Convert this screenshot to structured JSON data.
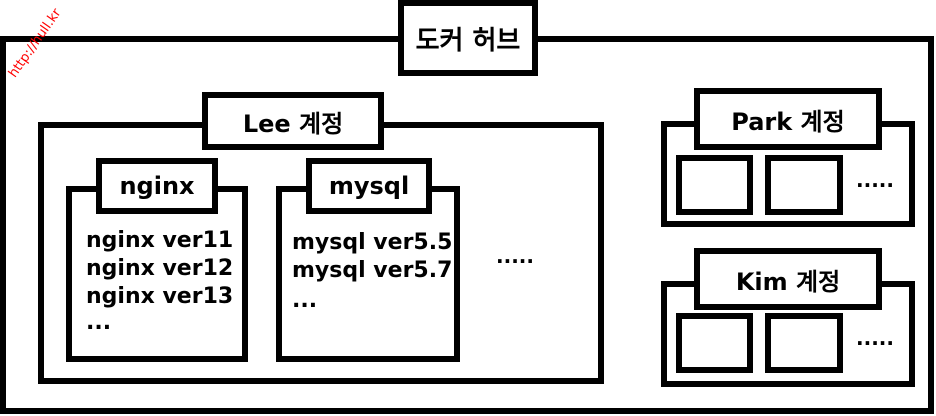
{
  "watermark": "http://hull.kr",
  "hub": {
    "title": "도커 허브"
  },
  "accounts": [
    {
      "name": "Lee 계정",
      "repos": [
        {
          "name": "nginx",
          "tags": [
            "nginx ver11",
            "nginx ver12",
            "nginx ver13",
            "..."
          ]
        },
        {
          "name": "mysql",
          "tags": [
            "mysql ver5.5",
            "mysql ver5.7",
            "..."
          ]
        }
      ],
      "more": "....."
    },
    {
      "name": "Park 계정",
      "more": "....."
    },
    {
      "name": "Kim 계정",
      "more": "....."
    }
  ]
}
